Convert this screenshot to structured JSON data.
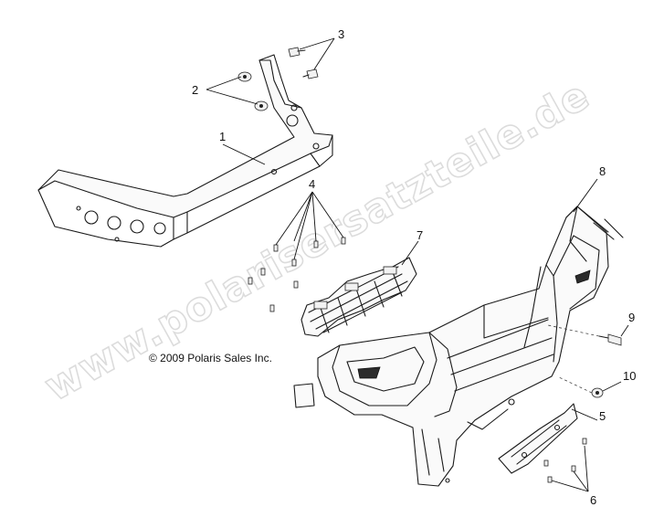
{
  "watermark": {
    "text": "www.polarisersatzteile.de"
  },
  "copyright": {
    "text": "© 2009 Polaris Sales Inc."
  },
  "callouts": [
    {
      "id": "callout-1",
      "label": "1"
    },
    {
      "id": "callout-2",
      "label": "2"
    },
    {
      "id": "callout-3",
      "label": "3"
    },
    {
      "id": "callout-4",
      "label": "4"
    },
    {
      "id": "callout-5",
      "label": "5"
    },
    {
      "id": "callout-6",
      "label": "6"
    },
    {
      "id": "callout-7",
      "label": "7"
    },
    {
      "id": "callout-8",
      "label": "8"
    },
    {
      "id": "callout-9",
      "label": "9"
    },
    {
      "id": "callout-10",
      "label": "10"
    }
  ]
}
